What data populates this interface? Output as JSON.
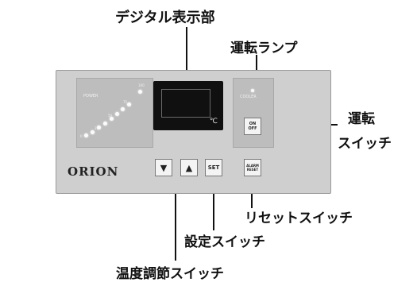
{
  "callouts": {
    "display": "デジタル表示部",
    "run_lamp": "運転ランプ",
    "run_switch_line1": "運転",
    "run_switch_line2": "スイッチ",
    "reset_switch": "リセットスイッチ",
    "set_switch": "設定スイッチ",
    "temp_switch": "温度調節スイッチ"
  },
  "panel": {
    "power_label": "POWER",
    "power_scale": [
      "0",
      "25",
      "50",
      "75",
      "100"
    ],
    "unit": "℃",
    "cooler_label": "COOLER",
    "brand": "ORION",
    "buttons": {
      "down_icon": "down-triangle-icon",
      "down_glyph": "▼",
      "up_icon": "up-triangle-icon",
      "up_glyph": "▲",
      "set": "SET",
      "on_off_line1": "ON",
      "on_off_line2": "OFF",
      "alarm_reset_line1": "ALARM",
      "alarm_reset_line2": "RESET"
    }
  }
}
